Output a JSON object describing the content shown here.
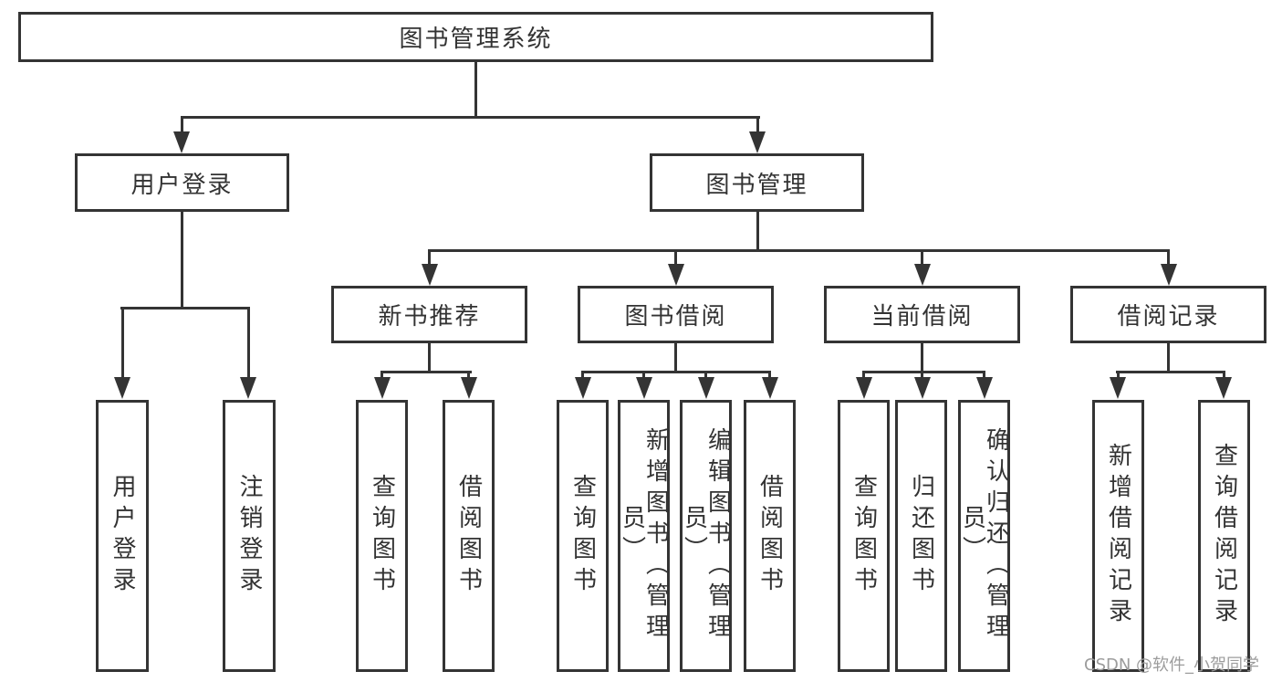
{
  "tree": {
    "root": {
      "label": "图书管理系统"
    },
    "branches": [
      {
        "label": "用户登录",
        "children": [
          {
            "label": "用户登录"
          },
          {
            "label": "注销登录"
          }
        ]
      },
      {
        "label": "图书管理",
        "sections": [
          {
            "label": "新书推荐",
            "children": [
              {
                "label": "查询图书"
              },
              {
                "label": "借阅图书"
              }
            ]
          },
          {
            "label": "图书借阅",
            "children": [
              {
                "label": "查询图书"
              },
              {
                "label": "新增图书（管理员）"
              },
              {
                "label": "编辑图书（管理员）"
              },
              {
                "label": "借阅图书"
              }
            ]
          },
          {
            "label": "当前借阅",
            "children": [
              {
                "label": "查询图书"
              },
              {
                "label": "归还图书"
              },
              {
                "label": "确认归还（管理员）"
              }
            ]
          },
          {
            "label": "借阅记录",
            "children": [
              {
                "label": "新增借阅记录"
              },
              {
                "label": "查询借阅记录"
              }
            ]
          }
        ]
      }
    ]
  },
  "watermark": {
    "text": "CSDN @软件_小贺同学"
  },
  "colors": {
    "line": "#343434",
    "text": "#333333",
    "watermark": "#9c9c9c",
    "background": "#ffffff"
  }
}
